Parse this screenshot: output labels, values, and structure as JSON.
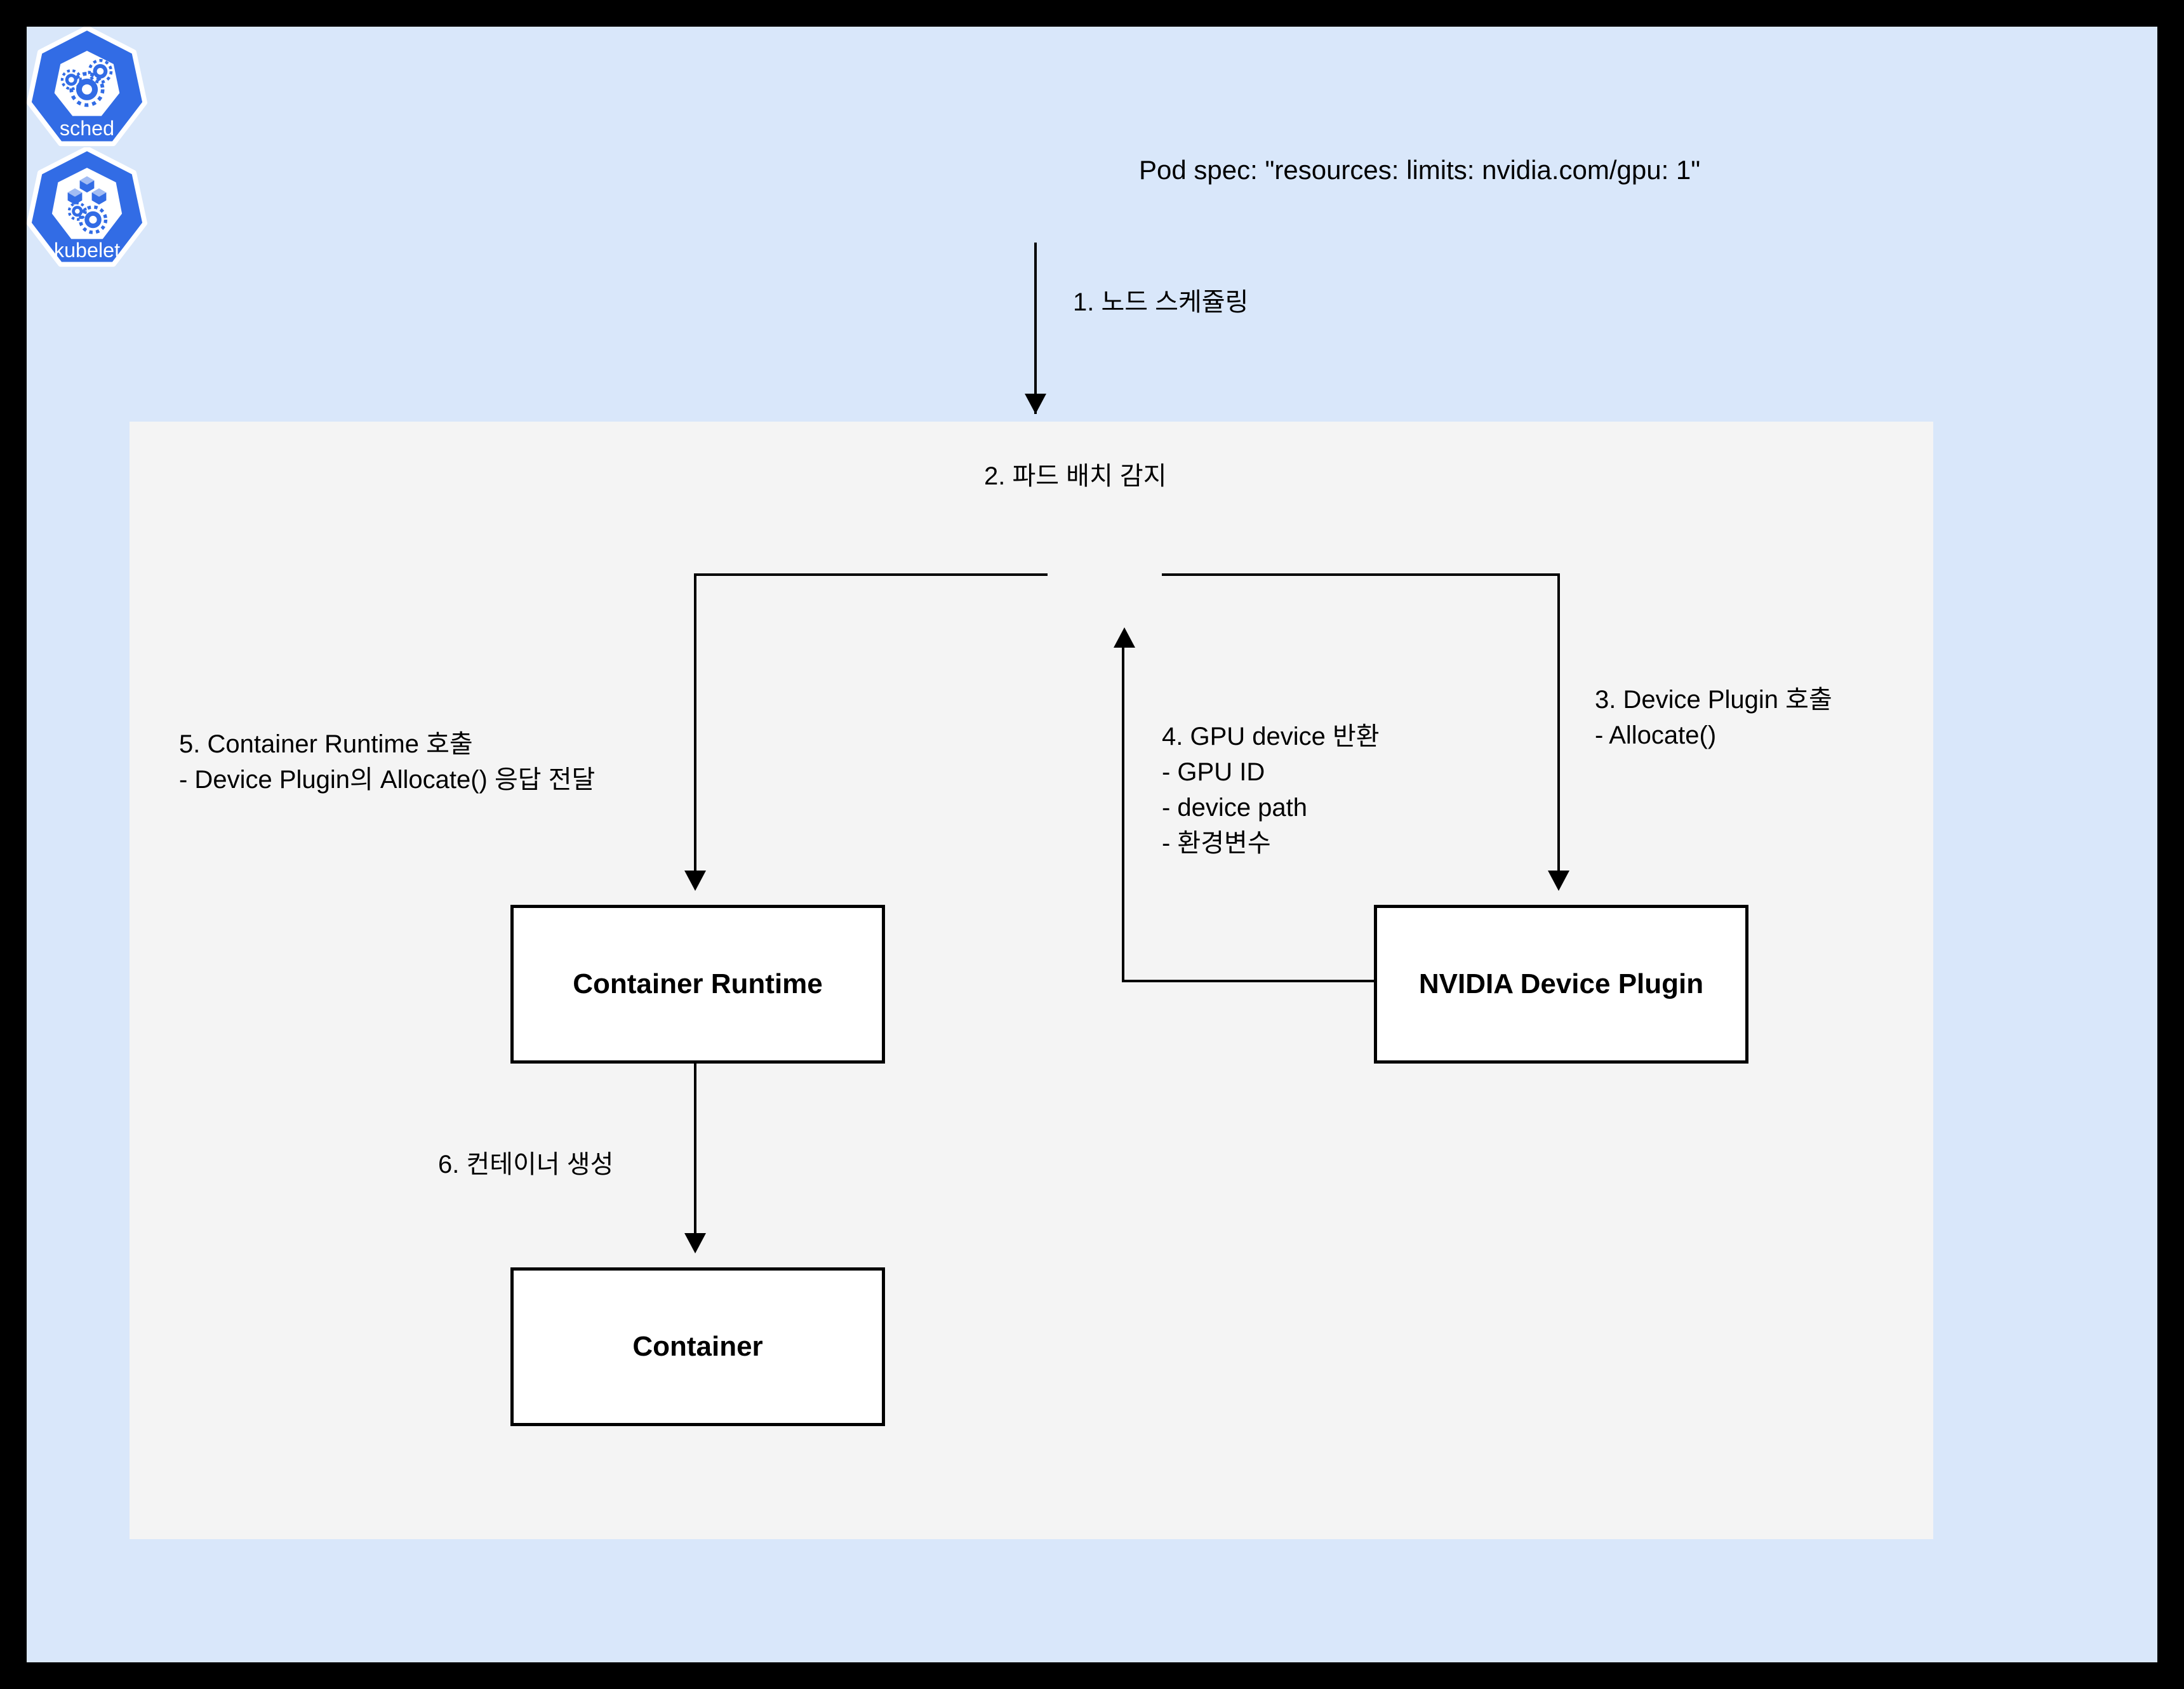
{
  "diagram": {
    "title": "Kubernetes GPU Device Plugin allocation flow",
    "colors": {
      "frame": "#000000",
      "canvas_background": "#d9e7fa",
      "node_panel_background": "#f4f4f4",
      "kubernetes_blue": "#326ce5",
      "box_fill": "#ffffff",
      "line": "#000000"
    },
    "icons": [
      {
        "id": "sched",
        "label": "sched",
        "glyph": "kubernetes-scheduler-icon"
      },
      {
        "id": "kubelet",
        "label": "kubelet",
        "glyph": "kubernetes-kubelet-icon"
      }
    ],
    "annotations": {
      "pod_spec": "Pod spec: \"resources: limits: nvidia.com/gpu: 1\""
    },
    "steps": [
      {
        "n": "1",
        "text": "1. 노드 스케쥴링"
      },
      {
        "n": "2",
        "text": "2. 파드 배치 감지"
      },
      {
        "n": "3",
        "line1": "3. Device Plugin 호출",
        "line2": "- Allocate()"
      },
      {
        "n": "4",
        "line1": "4. GPU device 반환",
        "line2": "- GPU ID",
        "line3": "- device path",
        "line4": "- 환경변수"
      },
      {
        "n": "5",
        "line1": "5. Container Runtime 호출",
        "line2": "- Device Plugin의 Allocate() 응답 전달"
      },
      {
        "n": "6",
        "text": "6. 컨테이너 생성"
      }
    ],
    "boxes": [
      {
        "id": "container-runtime",
        "label": "Container Runtime"
      },
      {
        "id": "nvidia-device-plugin",
        "label": "NVIDIA Device Plugin"
      },
      {
        "id": "container",
        "label": "Container"
      }
    ]
  }
}
